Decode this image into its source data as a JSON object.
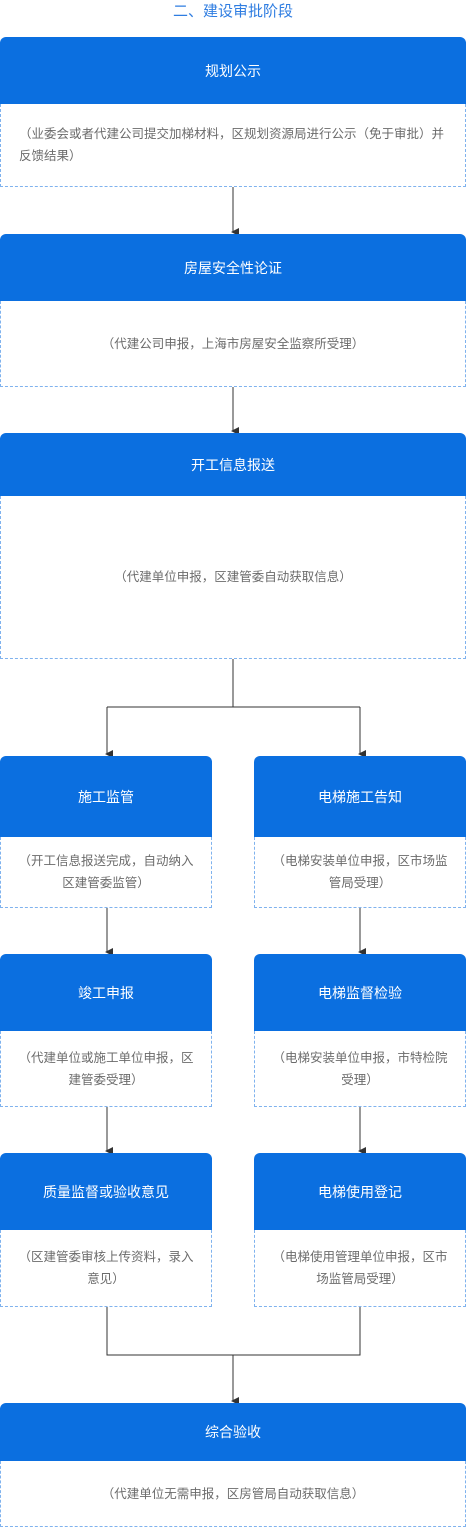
{
  "title": "二、建设审批阶段",
  "steps": {
    "planning": {
      "name": "规划公示",
      "desc": "（业委会或者代建公司提交加梯材料，区规划资源局进行公示（免于审批）并反馈结果）"
    },
    "safety": {
      "name": "房屋安全性论证",
      "desc": "（代建公司申报，上海市房屋安全监察所受理）"
    },
    "start": {
      "name": "开工信息报送",
      "desc": "（代建单位申报，区建管委自动获取信息）"
    },
    "construction_supervision": {
      "name": "施工监管",
      "desc": "（开工信息报送完成，自动纳入区建管委监管）"
    },
    "elevator_notice": {
      "name": "电梯施工告知",
      "desc": "（电梯安装单位申报，区市场监管局受理）"
    },
    "completion": {
      "name": "竣工申报",
      "desc": "（代建单位或施工单位申报，区建管委受理）"
    },
    "elevator_inspection": {
      "name": "电梯监督检验",
      "desc": "（电梯安装单位申报，市特检院受理）"
    },
    "quality": {
      "name": "质量监督或验收意见",
      "desc": "（区建管委审核上传资料，录入意见）"
    },
    "elevator_registration": {
      "name": "电梯使用登记",
      "desc": "（电梯使用管理单位申报，区市场监管局受理）"
    },
    "final": {
      "name": "综合验收",
      "desc": "（代建单位无需申报，区房管局自动获取信息）"
    }
  },
  "colors": {
    "accent": "#0b6fe0",
    "title": "#2f7de1",
    "border": "#7fb2ee",
    "text": "#6b6b6b"
  }
}
